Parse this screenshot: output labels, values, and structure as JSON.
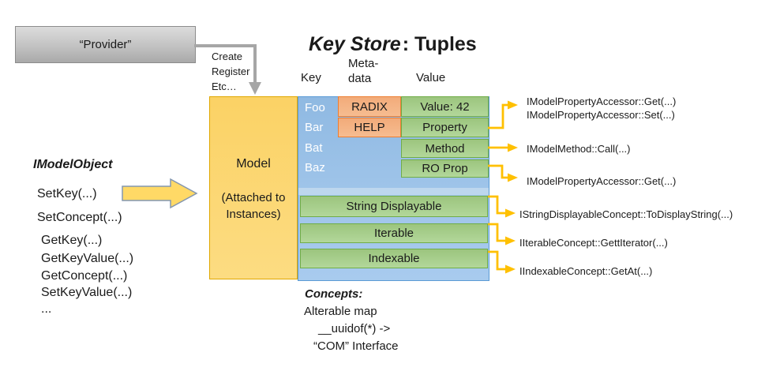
{
  "title": {
    "emphasis": "Key Store",
    "rest": ": Tuples"
  },
  "provider": {
    "label": "“Provider”"
  },
  "flow_labels": {
    "line1": "Create",
    "line2": "Register",
    "line3": "Etc…"
  },
  "column_headers": {
    "key": "Key",
    "meta_line1": "Meta-",
    "meta_line2": "data",
    "value": "Value"
  },
  "model": {
    "name": "Model",
    "note_line1": "(Attached to",
    "note_line2": "Instances)"
  },
  "keys": [
    "Foo",
    "Bar",
    "Bat",
    "Baz"
  ],
  "metadata": [
    "RADIX",
    "HELP"
  ],
  "values": [
    "Value: 42",
    "Property",
    "Method",
    "RO Prop"
  ],
  "concept_bars": [
    "String Displayable",
    "Iterable",
    "Indexable"
  ],
  "imodel": {
    "heading": "IModelObject",
    "m0": "SetKey(...)",
    "m1": "SetConcept(...)",
    "m2": "GetKey(...)",
    "m3": "GetKeyValue(...)",
    "m4": "GetConcept(...)",
    "m5": "SetKeyValue(...)",
    "m6": "..."
  },
  "annotations": {
    "a0": "IModelPropertyAccessor::Get(...)",
    "a1": "IModelPropertyAccessor::Set(...)",
    "a2": "IModelMethod::Call(...)",
    "a3": "IModelPropertyAccessor::Get(...)",
    "a4": "IStringDisplayableConcept::ToDisplayString(...)",
    "a5": "IIterableConcept::GettIterator(...)",
    "a6": "IIndexableConcept::GetAt(...)"
  },
  "concepts_note": {
    "heading": "Concepts:",
    "line1": "Alterable map",
    "line2": "__uuidof(*) ->",
    "line3": "“COM” Interface"
  },
  "colors": {
    "gold_fill": "#FBD265",
    "gold_border": "#E0A800",
    "blue_fill": "#9DC3E6",
    "blue_border": "#5B9BD5",
    "blue_strip": "#BDD7EE",
    "green_fill": "#A9D18E",
    "green_border": "#70AD47",
    "orange_fill": "#F4B183",
    "orange_border": "#ED7D31",
    "arrow_gold": "#FFC000",
    "connector_gray": "#A6A6A6",
    "key_text": "#FFFFFF"
  }
}
